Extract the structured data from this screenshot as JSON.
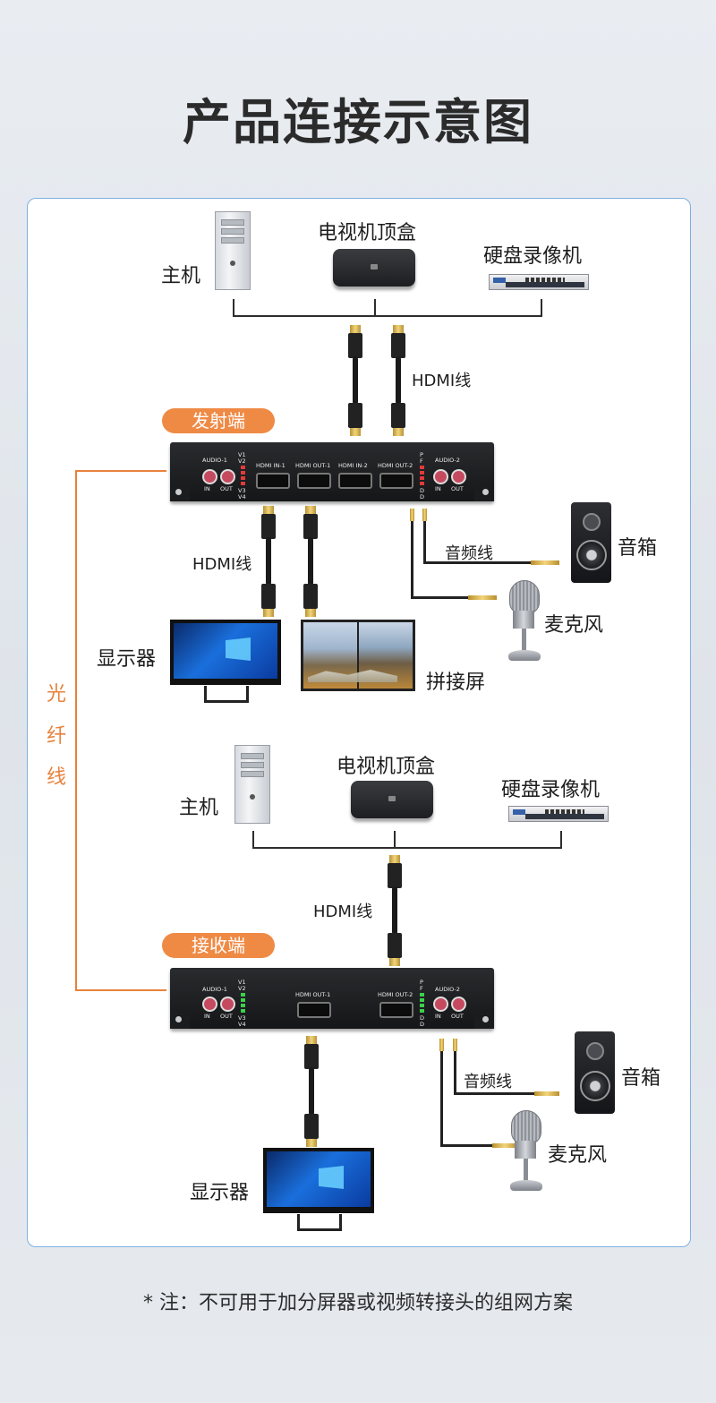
{
  "title": "产品连接示意图",
  "sources_top": {
    "host": "主机",
    "set_top_box": "电视机顶盒",
    "nvr": "硬盘录像机"
  },
  "hdmi_cable": "HDMI线",
  "transmitter": {
    "badge": "发射端",
    "ports": [
      "AUDIO-1",
      "HDMI IN-1",
      "HDMI OUT-1",
      "HDMI IN-2",
      "HDMI OUT-2",
      "AUDIO-2"
    ],
    "io": [
      "IN",
      "OUT"
    ],
    "leds_left": [
      "V1",
      "V2",
      "V3",
      "V4"
    ],
    "leds_right": [
      "P",
      "F",
      "D",
      "D"
    ]
  },
  "audio_cable": "音频线",
  "speaker": "音箱",
  "microphone": "麦克风",
  "monitor": "显示器",
  "video_wall": "拼接屏",
  "fiber": [
    "光",
    "纤",
    "线"
  ],
  "sources_bottom": {
    "host": "主机",
    "set_top_box": "电视机顶盒",
    "nvr": "硬盘录像机"
  },
  "receiver": {
    "badge": "接收端",
    "ports": [
      "AUDIO-1",
      "HDMI OUT-1",
      "HDMI OUT-2",
      "AUDIO-2"
    ],
    "io": [
      "IN",
      "OUT"
    ],
    "leds_left": [
      "V1",
      "V2",
      "V3",
      "V4"
    ],
    "leds_right": [
      "P",
      "F",
      "D",
      "D"
    ]
  },
  "footnote": "* 注：不可用于加分屏器或视频转接头的组网方案",
  "colors": {
    "accent_orange": "#ef8a45",
    "panel_border": "#7fb0df",
    "led_red": "#e23a3a",
    "led_green": "#3ccf4e"
  }
}
